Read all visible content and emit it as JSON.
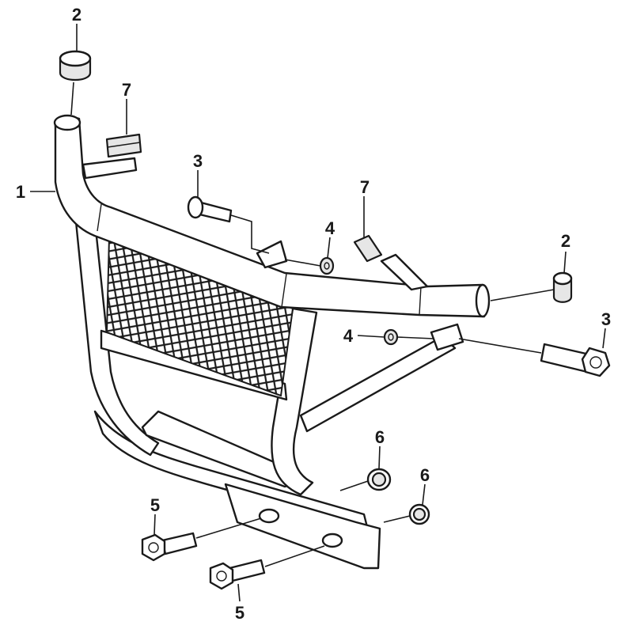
{
  "diagram": {
    "callouts": [
      {
        "id": "c1",
        "label": "1"
      },
      {
        "id": "c2a",
        "label": "2"
      },
      {
        "id": "c2b",
        "label": "2"
      },
      {
        "id": "c3a",
        "label": "3"
      },
      {
        "id": "c3b",
        "label": "3"
      },
      {
        "id": "c4a",
        "label": "4"
      },
      {
        "id": "c4b",
        "label": "4"
      },
      {
        "id": "c5a",
        "label": "5"
      },
      {
        "id": "c5b",
        "label": "5"
      },
      {
        "id": "c6a",
        "label": "6"
      },
      {
        "id": "c6b",
        "label": "6"
      },
      {
        "id": "c7a",
        "label": "7"
      },
      {
        "id": "c7b",
        "label": "7"
      }
    ]
  }
}
